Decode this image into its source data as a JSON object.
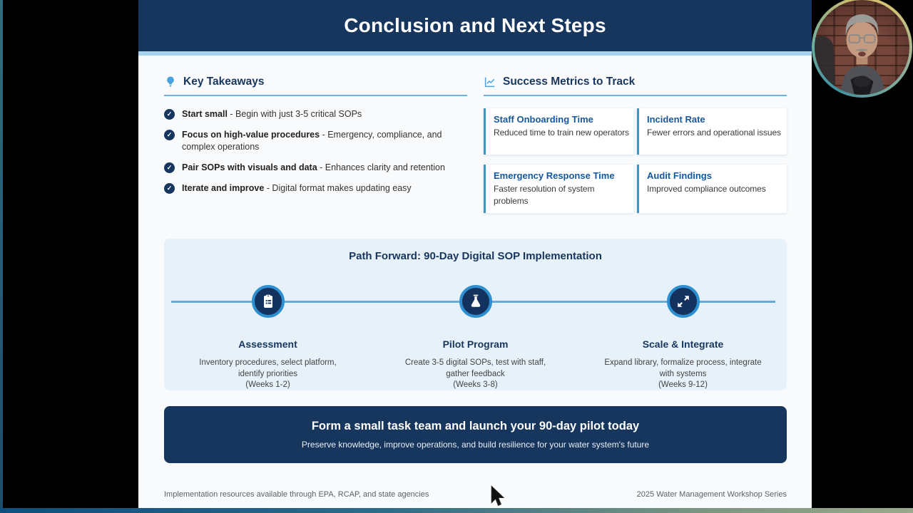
{
  "slide": {
    "title": "Conclusion and Next Steps",
    "key_takeaways": {
      "heading": "Key Takeaways",
      "items": [
        {
          "term": "Start small",
          "detail": " - Begin with just 3-5 critical SOPs"
        },
        {
          "term": "Focus on high-value procedures",
          "detail": " - Emergency, compliance, and complex operations"
        },
        {
          "term": "Pair SOPs with visuals and data",
          "detail": " - Enhances clarity and retention"
        },
        {
          "term": "Iterate and improve",
          "detail": " - Digital format makes updating easy"
        }
      ]
    },
    "success_metrics": {
      "heading": "Success Metrics to Track",
      "cards": [
        {
          "title": "Staff Onboarding Time",
          "description": "Reduced time to train new operators"
        },
        {
          "title": "Incident Rate",
          "description": "Fewer errors and operational issues"
        },
        {
          "title": "Emergency Response Time",
          "description": "Faster resolution of system problems"
        },
        {
          "title": "Audit Findings",
          "description": "Improved compliance outcomes"
        }
      ]
    },
    "path_forward": {
      "heading": "Path Forward: 90-Day Digital SOP Implementation",
      "steps": [
        {
          "title": "Assessment",
          "description": "Inventory procedures, select platform, identify priorities",
          "weeks": "(Weeks 1-2)",
          "icon": "clipboard-list-icon"
        },
        {
          "title": "Pilot Program",
          "description": "Create 3-5 digital SOPs, test with staff, gather feedback",
          "weeks": "(Weeks 3-8)",
          "icon": "flask-icon"
        },
        {
          "title": "Scale & Integrate",
          "description": "Expand library, formalize process, integrate with systems",
          "weeks": "(Weeks 9-12)",
          "icon": "expand-arrows-icon"
        }
      ]
    },
    "cta": {
      "title": "Form a small task team and launch your 90-day pilot today",
      "subtitle": "Preserve knowledge, improve operations, and build resilience for your water system's future"
    },
    "footer": {
      "left": "Implementation resources available through EPA, RCAP, and state agencies",
      "right": "2025 Water Management Workshop Series"
    }
  },
  "icons": {
    "takeaways_heading": "lightbulb-icon",
    "metrics_heading": "chart-line-icon",
    "check_glyph": "✓"
  },
  "colors": {
    "header_navy": "#17365e",
    "accent_strip_blue": "#a9d3ec",
    "heading_underline_blue": "#6cb2dd",
    "metric_title_blue": "#1458a0",
    "metric_border_blue": "#3e95cc",
    "path_section_bg": "#e7f1f9",
    "timeline_blue": "#64abd8",
    "node_ring_blue": "#2e8fd0",
    "node_fill_navy": "#13325e",
    "cta_navy": "#16365e",
    "slide_bg": "#f8fafb"
  }
}
